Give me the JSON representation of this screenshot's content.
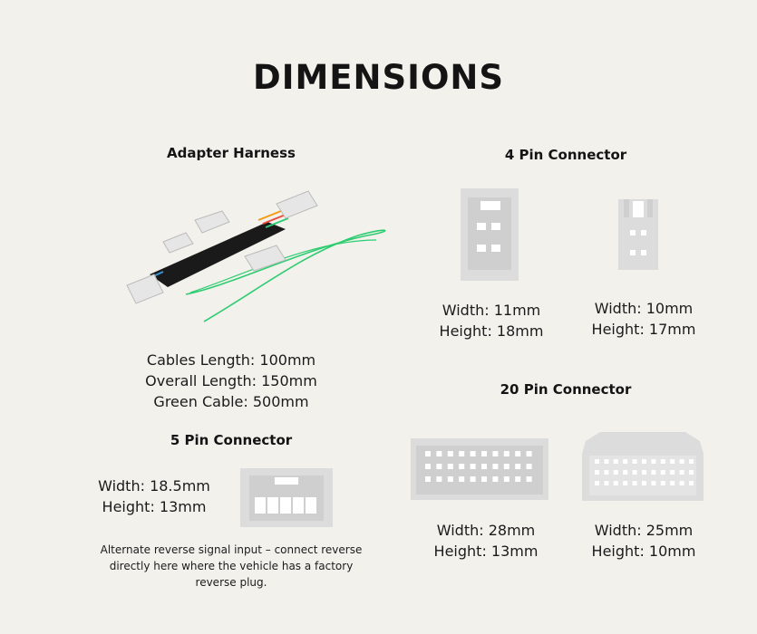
{
  "title": "DIMENSIONS",
  "adapter": {
    "heading": "Adapter Harness",
    "lines": [
      "Cables Length: 100mm",
      "Overall Length: 150mm",
      "Green Cable: 500mm"
    ]
  },
  "pin4": {
    "heading": "4 Pin Connector",
    "a": {
      "width": "Width: 11mm",
      "height": "Height: 18mm"
    },
    "b": {
      "width": "Width: 10mm",
      "height": "Height: 17mm"
    }
  },
  "pin5": {
    "heading": "5 Pin Connector",
    "width": "Width: 18.5mm",
    "height": "Height: 13mm",
    "note": "Alternate reverse signal input – connect reverse directly here where the vehicle has a factory reverse plug."
  },
  "pin20": {
    "heading": "20 Pin Connector",
    "a": {
      "width": "Width: 28mm",
      "height": "Height: 13mm"
    },
    "b": {
      "width": "Width: 25mm",
      "height": "Height: 10mm"
    }
  },
  "colors": {
    "background": "#f3f1ec",
    "connector_fill": "#d9d9d9",
    "connector_pin": "#ffffff",
    "cable_black": "#1a1a1a",
    "cable_green": "#2ecc71"
  }
}
